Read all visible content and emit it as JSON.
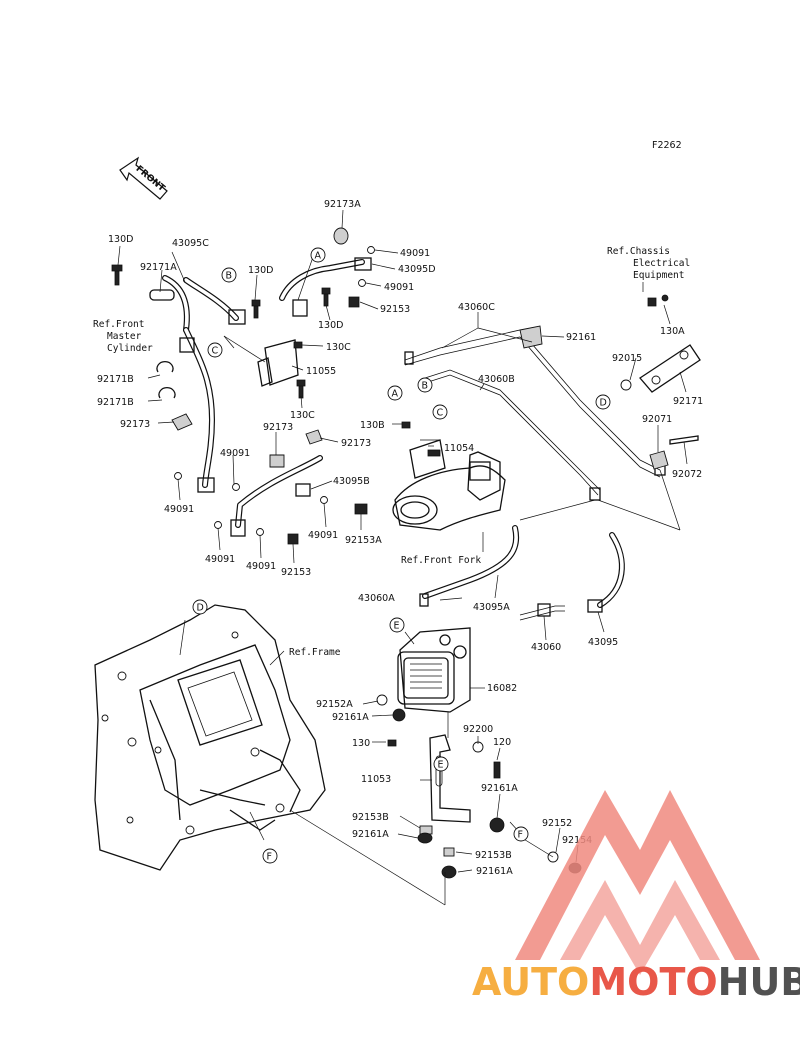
{
  "diagram_code": "F2262",
  "front_label": "FRONT",
  "references": {
    "master_cylinder": [
      "Ref.Front",
      "Master",
      "Cylinder"
    ],
    "chassis": [
      "Ref.Chassis",
      "Electrical",
      "Equipment"
    ],
    "front_fork": "Ref.Front Fork",
    "frame": "Ref.Frame"
  },
  "callouts": [
    "A",
    "B",
    "C",
    "D",
    "E",
    "F"
  ],
  "parts": {
    "p130D_a": "130D",
    "p43095C": "43095C",
    "p92171A": "92171A",
    "p130D_b": "130D",
    "p92173A": "92173A",
    "p49091_a": "49091",
    "p43095D": "43095D",
    "p49091_b": "49091",
    "p92153_a": "92153",
    "p130D_c": "130D",
    "p130C_a": "130C",
    "p11055": "11055",
    "p130C_b": "130C",
    "p92171B_a": "92171B",
    "p92171B_b": "92171B",
    "p92173_a": "92173",
    "p92173_b": "92173",
    "p92173_c": "92173",
    "p49091_c": "49091",
    "p43095B": "43095B",
    "p49091_d": "49091",
    "p49091_e": "49091",
    "p92153A_a": "92153A",
    "p49091_f": "49091",
    "p49091_g": "49091",
    "p92153_b": "92153",
    "p43060C": "43060C",
    "p92161_a": "92161",
    "p43060B": "43060B",
    "p130B": "130B",
    "p11054": "11054",
    "p130A": "130A",
    "p92015": "92015",
    "p92171": "92171",
    "p92071": "92071",
    "p92072": "92072",
    "p43060A": "43060A",
    "p43095A": "43095A",
    "p43060": "43060",
    "p43095": "43095",
    "p16082": "16082",
    "p92152A": "92152A",
    "p92161A_a": "92161A",
    "p92200": "92200",
    "p130": "130",
    "p120": "120",
    "p11053": "11053",
    "p92161A_b": "92161A",
    "p92153B_a": "92153B",
    "p92161A_c": "92161A",
    "p92152": "92152",
    "p92154": "92154",
    "p92153B_b": "92153B",
    "p92161A_d": "92161A"
  },
  "watermark": {
    "part1": "AUTO",
    "part2": "MOTO",
    "part3": "HUB",
    "color_auto": "#f5a020",
    "color_moto": "#e43a2a",
    "color_hub": "#333333"
  }
}
